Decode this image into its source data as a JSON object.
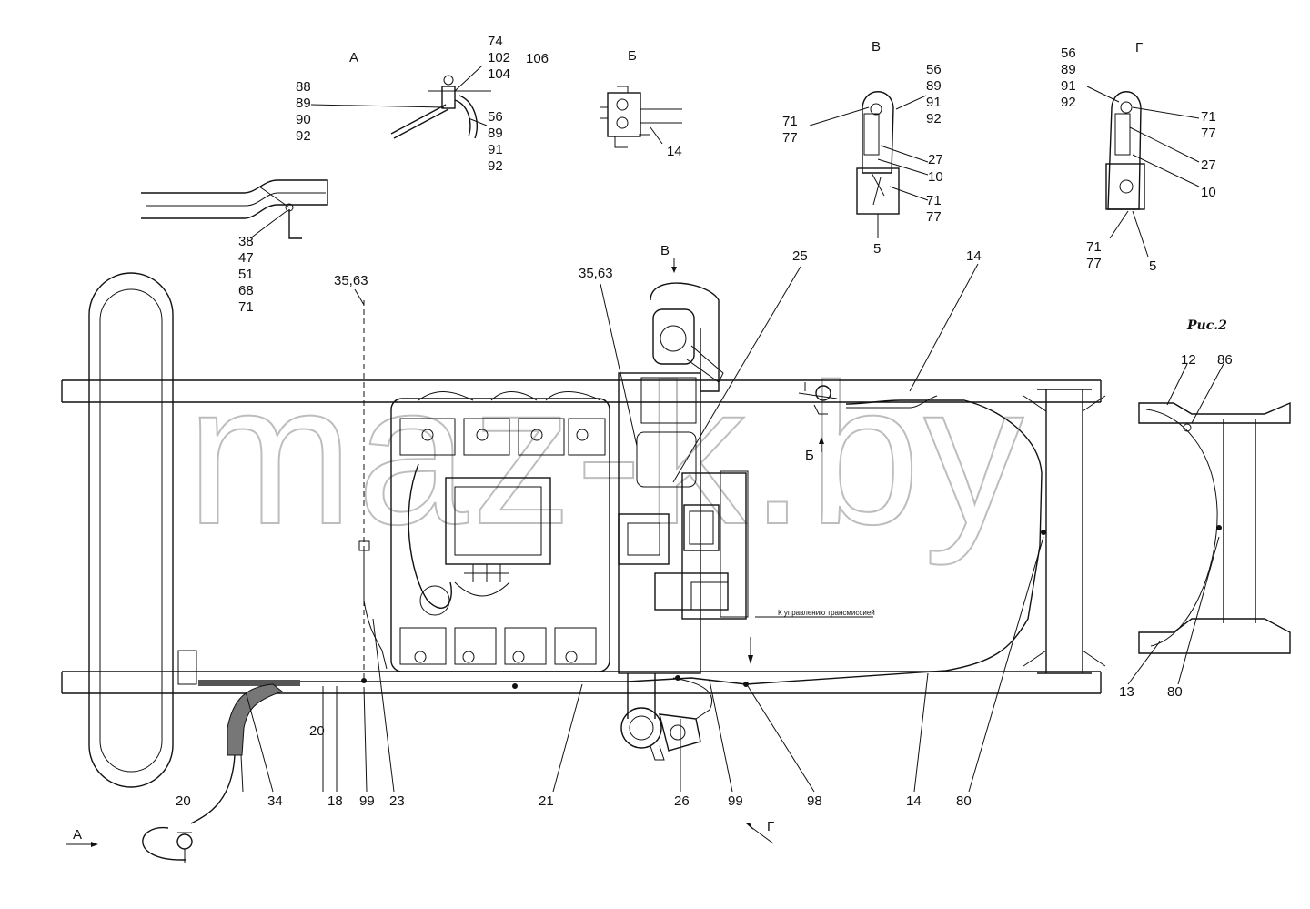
{
  "watermark": "maz-k.by",
  "views": {
    "A": "А",
    "B": "Б",
    "V": "В",
    "G": "Г"
  },
  "figure_label": "Рис.2",
  "note_transmission": "К управлению трансмиссией",
  "callouts": {
    "viewA_top": [
      "74",
      "102",
      "104"
    ],
    "viewA_106": "106",
    "viewA_left": [
      "88",
      "89",
      "90",
      "92"
    ],
    "viewA_right": [
      "56",
      "89",
      "91",
      "92"
    ],
    "viewB_14": "14",
    "viewV_top": [
      "56",
      "89",
      "91",
      "92"
    ],
    "viewV_left": [
      "71",
      "77"
    ],
    "viewV_27": "27",
    "viewV_10": "10",
    "viewV_right_low": [
      "71",
      "77"
    ],
    "viewV_5": "5",
    "viewG_top": [
      "56",
      "89",
      "91",
      "92"
    ],
    "viewG_right": [
      "71",
      "77"
    ],
    "viewG_27": "27",
    "viewG_10": "10",
    "viewG_bottom": [
      "71",
      "77"
    ],
    "viewG_5": "5",
    "pipe_detail": [
      "38",
      "47",
      "51",
      "68",
      "71"
    ],
    "c35_63_left": "35,63",
    "c35_63_mid": "35,63",
    "c25": "25",
    "c14_top": "14",
    "fig2_12": "12",
    "fig2_86": "86",
    "fig2_13": "13",
    "fig2_80": "80",
    "b20_upper": "20",
    "b20_lower": "20",
    "b34": "34",
    "b18": "18",
    "b99_left": "99",
    "b23": "23",
    "b21": "21",
    "b26": "26",
    "b99_right": "99",
    "b98": "98",
    "b14": "14",
    "b80": "80"
  }
}
